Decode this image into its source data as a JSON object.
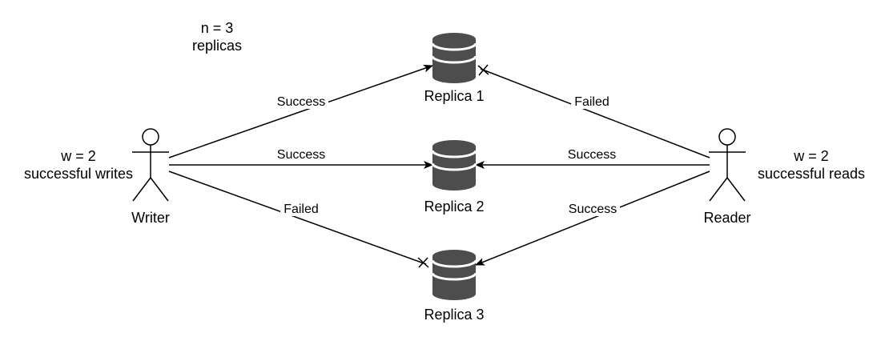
{
  "notes": {
    "n_line1": "n = 3",
    "n_line2": "replicas",
    "w_line1": "w = 2",
    "w_line2": "successful writes",
    "r_line1": "w = 2",
    "r_line2": "successful reads"
  },
  "actors": {
    "writer": "Writer",
    "reader": "Reader"
  },
  "replicas": [
    "Replica 1",
    "Replica 2",
    "Replica 3"
  ],
  "edges": {
    "writer_r1": "Success",
    "writer_r2": "Success",
    "writer_r3": "Failed",
    "reader_r1": "Failed",
    "reader_r2": "Success",
    "reader_r3": "Success"
  },
  "icons": {
    "actor": "stick-figure-icon",
    "replica": "database-icon"
  },
  "colors": {
    "database": "#4d4d4d",
    "line": "#000000"
  }
}
